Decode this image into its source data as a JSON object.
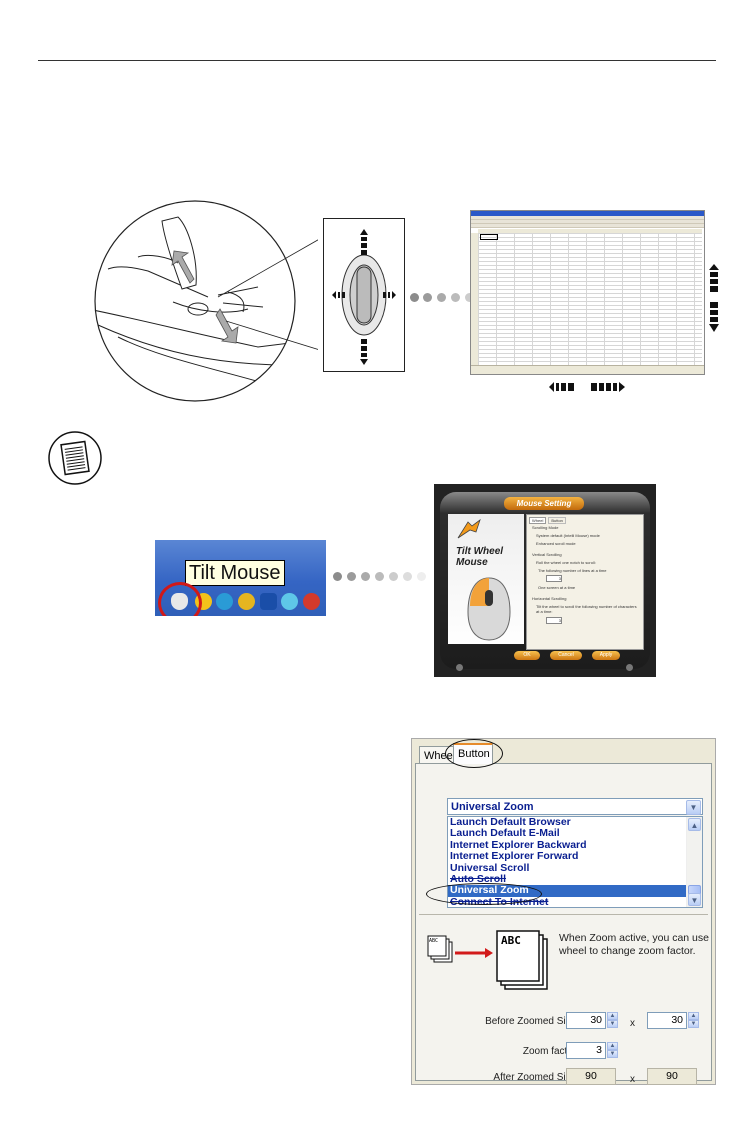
{
  "figure_2": {
    "tray_tooltip": "Tilt Mouse"
  },
  "mouse_setting_dialog": {
    "title": "Mouse Setting",
    "brand_line1": "Tilt Wheel",
    "brand_line2": "Mouse",
    "tabs": [
      "Wheel",
      "Button"
    ],
    "scrolling_mode_label": "Scrolling Mode",
    "option_system_default": "System default (Intelli Mouse) mode",
    "option_enhanced": "Enhanced scroll mode",
    "vertical_scrolling_label": "Vertical Scrolling",
    "vertical_text": "Roll the wheel one notch to scroll:",
    "vertical_option_lines": "The following number of lines at a time",
    "vertical_option_screen": "One screen at a time",
    "vertical_value": "3",
    "horizontal_scrolling_label": "Horizontal Scrolling",
    "horizontal_text": "Tilt the wheel to scroll the following number of characters at a time:",
    "horizontal_value": "3",
    "ok_label": "OK",
    "cancel_label": "Cancel",
    "apply_label": "Apply"
  },
  "button_dialog": {
    "tabs": [
      "Wheel",
      "Button"
    ],
    "combo_value": "Universal Zoom",
    "list_items": [
      "Launch Default Browser",
      "Launch Default E-Mail",
      "Internet Explorer Backward",
      "Internet Explorer Forward",
      "Universal Scroll",
      "Auto Scroll",
      "Universal Zoom",
      "Connect To Internet"
    ],
    "selected_item": "Universal Zoom",
    "illustration_small": "ABC",
    "illustration_large": "ABC",
    "description": "When Zoom active, you can use wheel to change zoom factor.",
    "before_zoomed_label": "Before Zoomed Size:",
    "before_zoomed_w": "30",
    "before_zoomed_h": "30",
    "zoom_factor_label": "Zoom factor:",
    "zoom_factor_value": "3",
    "after_zoomed_label": "After Zoomed Size:",
    "after_zoomed_w": "90",
    "after_zoomed_h": "90",
    "times_sign": "x"
  }
}
